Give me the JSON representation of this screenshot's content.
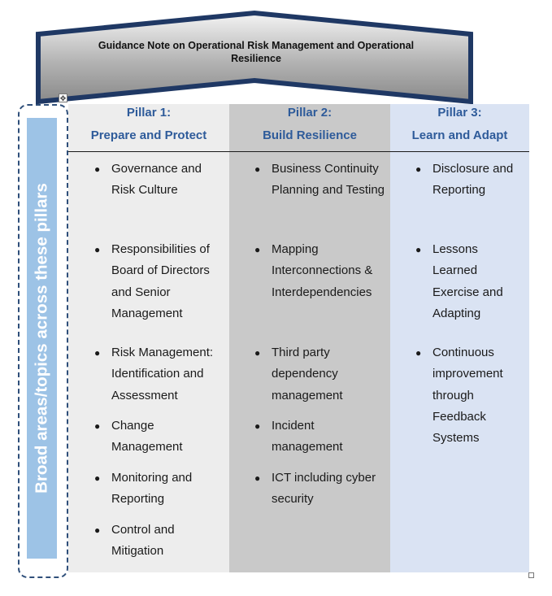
{
  "title": "Guidance Note on Operational Risk Management and Operational Resilience",
  "side_label": "Broad areas/topics across these pillars",
  "colors": {
    "roof_border": "#1f3864",
    "side_fill": "#9dc3e6",
    "pillar_1_bg": "#ededed",
    "pillar_2_bg": "#c9c9c9",
    "pillar_3_bg": "#dae3f3",
    "heading": "#2e5b9a"
  },
  "icons": {
    "move_handle": "move-handle-icon",
    "resize_handle": "resize-handle-icon"
  },
  "pillars": [
    {
      "number": "Pillar 1:",
      "name": "Prepare and Protect",
      "items": [
        "Governance and Risk Culture",
        "Responsibilities of Board of Directors and Senior Management",
        "Risk Management: Identification and Assessment",
        "Change Management",
        "Monitoring and Reporting",
        "Control and Mitigation"
      ]
    },
    {
      "number": "Pillar 2:",
      "name": "Build Resilience",
      "items": [
        "Business Continuity Planning and Testing",
        "Mapping Interconnections & Interdependencies",
        "Third party dependency management",
        "Incident management",
        "ICT including cyber security"
      ]
    },
    {
      "number": "Pillar 3:",
      "name": "Learn and Adapt",
      "items": [
        "Disclosure and Reporting",
        "Lessons Learned Exercise and Adapting",
        "Continuous improvement through Feedback Systems"
      ]
    }
  ]
}
